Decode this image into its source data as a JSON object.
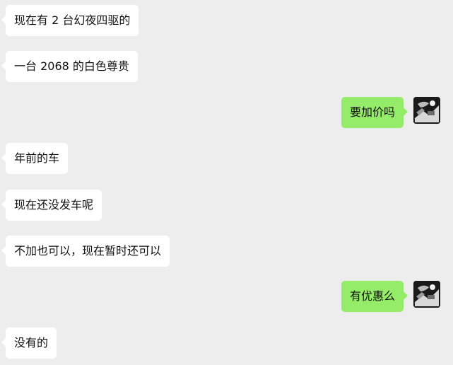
{
  "conversation": {
    "messages": [
      {
        "side": "in",
        "text": "现在有 2 台幻夜四驱的"
      },
      {
        "side": "in",
        "text": "一台 2068 的白色尊贵"
      },
      {
        "side": "out",
        "text": "要加价吗",
        "avatar_icon": "user-avatar-photo"
      },
      {
        "side": "in",
        "text": "年前的车"
      },
      {
        "side": "in",
        "text": "现在还没发车呢"
      },
      {
        "side": "in",
        "text": "不加也可以，现在暂时还可以"
      },
      {
        "side": "out",
        "text": "有优惠么",
        "avatar_icon": "user-avatar-photo"
      },
      {
        "side": "in",
        "text": "没有的"
      }
    ]
  },
  "colors": {
    "background": "#ededed",
    "incoming_bubble": "#ffffff",
    "outgoing_bubble": "#95ec69",
    "text": "#111111"
  }
}
